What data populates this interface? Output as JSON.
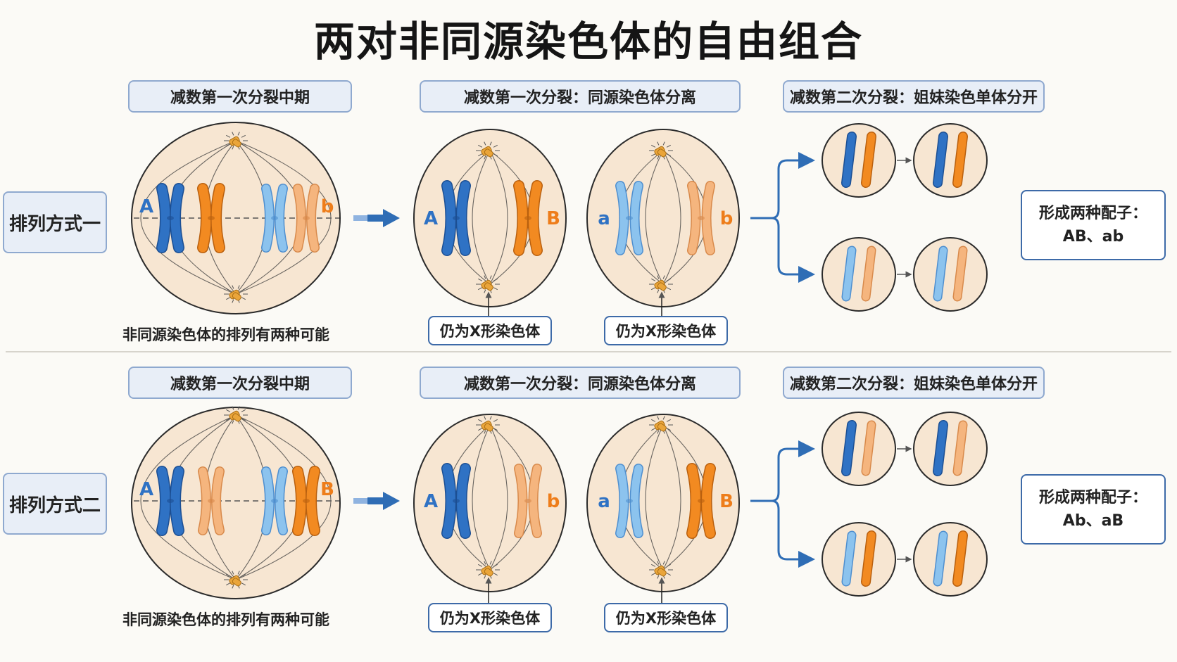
{
  "title": "两对非同源染色体的自由组合",
  "stages": {
    "metaphase1": "减数第一次分裂中期",
    "anaphase1": "减数第一次分裂：同源染色体分离",
    "meiosis2": "减数第二次分裂：姐妹染色单体分开"
  },
  "caption": "非同源染色体的排列有两种可能",
  "note": "仍为X形染色体",
  "colors": {
    "dark_blue": "#2f72c4",
    "light_blue": "#8cc3ee",
    "dark_orange": "#f28a21",
    "light_orange": "#f5b57e",
    "arrow": "#2f6db5",
    "cell_fill": "#f7e6d2",
    "cell_border": "#2b2b2b",
    "centrosome": "#eaa53a"
  },
  "rows": [
    {
      "label": "排列方式一",
      "metaphase_labels": [
        "A",
        "b"
      ],
      "daughter_left": {
        "labels": [
          "A",
          "B"
        ],
        "chromosomes": [
          "dark_blue",
          "dark_orange"
        ]
      },
      "daughter_right": {
        "labels": [
          "a",
          "b"
        ],
        "chromosomes": [
          "light_blue",
          "light_orange"
        ]
      },
      "gametes_top": [
        "dark_blue",
        "dark_orange"
      ],
      "gametes_bottom": [
        "light_blue",
        "light_orange"
      ],
      "result_line1": "形成两种配子：",
      "result_line2": "AB、ab"
    },
    {
      "label": "排列方式二",
      "metaphase_labels": [
        "A",
        "B"
      ],
      "daughter_left": {
        "labels": [
          "A",
          "b"
        ],
        "chromosomes": [
          "dark_blue",
          "light_orange"
        ]
      },
      "daughter_right": {
        "labels": [
          "a",
          "B"
        ],
        "chromosomes": [
          "light_blue",
          "dark_orange"
        ]
      },
      "gametes_top": [
        "dark_blue",
        "light_orange"
      ],
      "gametes_bottom": [
        "light_blue",
        "dark_orange"
      ],
      "result_line1": "形成两种配子：",
      "result_line2": "Ab、aB"
    }
  ]
}
